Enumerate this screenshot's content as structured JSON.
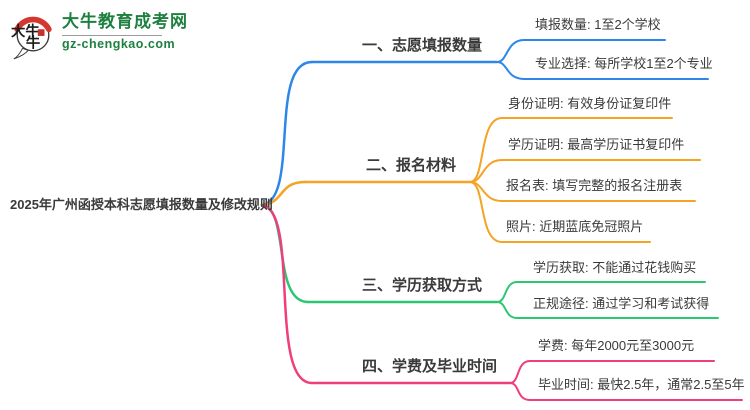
{
  "logo": {
    "icon_text": "大牛",
    "title": "大牛教育成考网",
    "domain": "gz-chengkao.com",
    "brand_color": "#1E8040",
    "icon_red": "#D4372E"
  },
  "root": {
    "title": "2025年广州函授本科志愿填报数量及修改规则",
    "text_color": "#3a3a3a"
  },
  "branches": [
    {
      "label": "一、志愿填报数量",
      "color": "#2E87E8",
      "children": [
        {
          "label": "填报数量: 1至2个学校"
        },
        {
          "label": "专业选择: 每所学校1至2个专业"
        }
      ]
    },
    {
      "label": "二、报名材料",
      "color": "#F5A322",
      "children": [
        {
          "label": "身份证明: 有效身份证复印件"
        },
        {
          "label": "学历证明: 最高学历证书复印件"
        },
        {
          "label": "报名表: 填写完整的报名注册表"
        },
        {
          "label": "照片: 近期蓝底免冠照片"
        }
      ]
    },
    {
      "label": "三、学历获取方式",
      "color": "#2EC573",
      "children": [
        {
          "label": "学历获取: 不能通过花钱购买"
        },
        {
          "label": "正规途径: 通过学习和考试获得"
        }
      ]
    },
    {
      "label": "四、学费及毕业时间",
      "color": "#EF3D7D",
      "children": [
        {
          "label": "学费: 每年2000元至3000元"
        },
        {
          "label": "毕业时间: 最快2.5年，通常2.5至5年"
        }
      ]
    }
  ]
}
